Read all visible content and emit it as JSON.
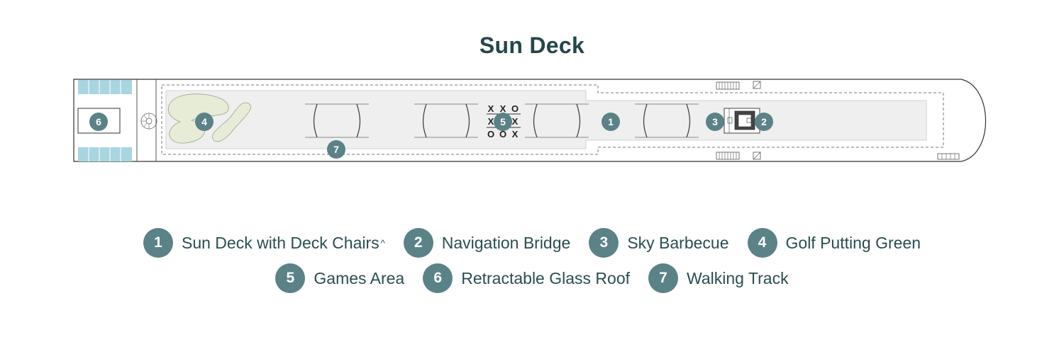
{
  "page": {
    "title": "Sun Deck"
  },
  "colors": {
    "title": "#23474a",
    "badge": "#5a8287",
    "deck_fill": "#efefef",
    "green": "#e7ecd6",
    "glass_roof": "#9fd0dc",
    "outline": "#333333"
  },
  "map_badges": [
    {
      "id": "1",
      "label": "1"
    },
    {
      "id": "2",
      "label": "2"
    },
    {
      "id": "3",
      "label": "3"
    },
    {
      "id": "4",
      "label": "4"
    },
    {
      "id": "5",
      "label": "5"
    },
    {
      "id": "6",
      "label": "6"
    },
    {
      "id": "7",
      "label": "7"
    }
  ],
  "games": {
    "row1": [
      "X",
      "X",
      "O"
    ],
    "row2": [
      "X",
      "",
      "X"
    ],
    "row3": [
      "O",
      "O",
      "X"
    ]
  },
  "legend": {
    "items": [
      {
        "number": "1",
        "label": "Sun Deck with Deck Chairs",
        "sup": "^"
      },
      {
        "number": "2",
        "label": "Navigation Bridge",
        "sup": ""
      },
      {
        "number": "3",
        "label": "Sky Barbecue",
        "sup": ""
      },
      {
        "number": "4",
        "label": "Golf Putting Green",
        "sup": ""
      },
      {
        "number": "5",
        "label": "Games Area",
        "sup": ""
      },
      {
        "number": "6",
        "label": "Retractable Glass Roof",
        "sup": ""
      },
      {
        "number": "7",
        "label": "Walking Track",
        "sup": ""
      }
    ]
  }
}
